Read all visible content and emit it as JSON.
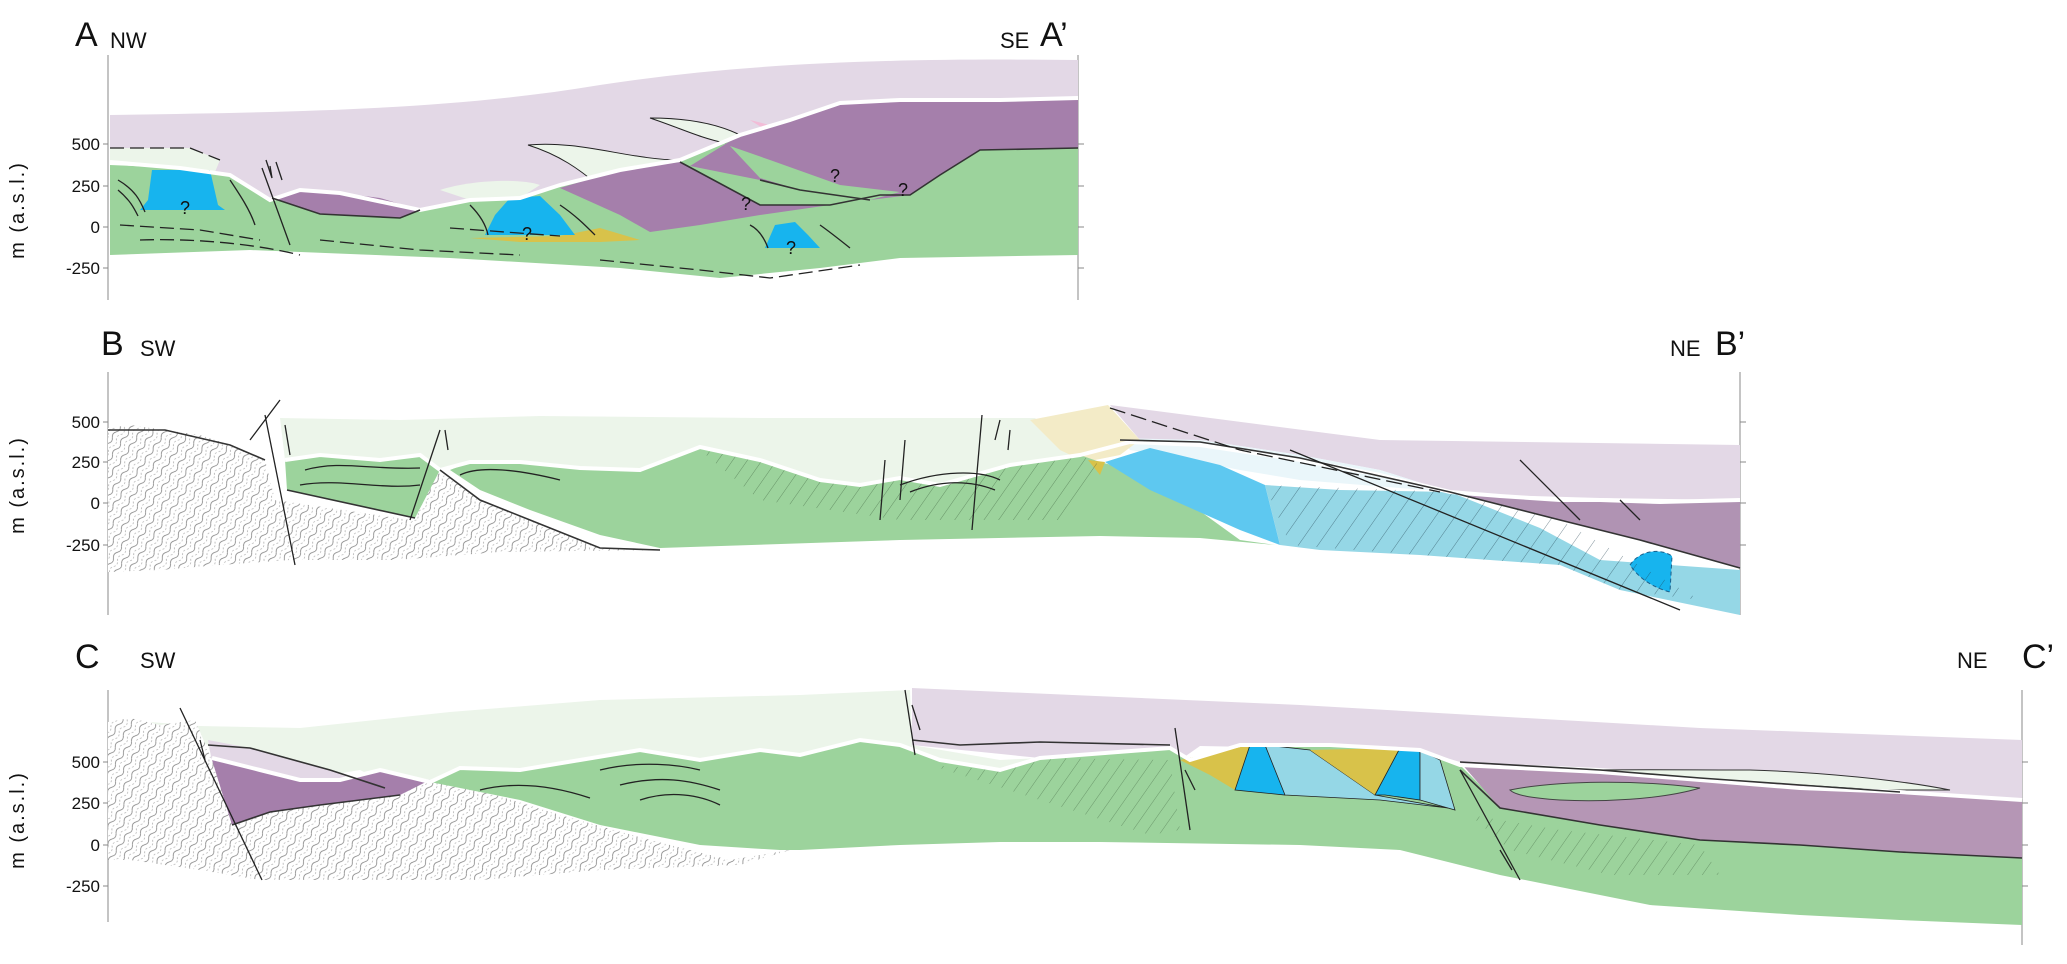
{
  "colors": {
    "cover_lavender": "#e3d8e6",
    "purple": "#a57fab",
    "purple_c": "#b596b5",
    "green": "#9cd39c",
    "pale_green": "#ecf5ea",
    "blue": "#17b4ee",
    "light_blue": "#95d7e6",
    "yellow": "#d8c24a",
    "beige": "#f3ebc7",
    "pink": "#f2bcd7",
    "basement": "#ffffff"
  },
  "axis_label": "m (a.s.l.)",
  "ticks": [
    "500",
    "250",
    "0",
    "-250"
  ],
  "panels": [
    {
      "start": "A",
      "end": "A’",
      "dir_start": "NW",
      "dir_end": "SE"
    },
    {
      "start": "B",
      "end": "B’",
      "dir_start": "SW",
      "dir_end": "NE"
    },
    {
      "start": "C",
      "end": "C’",
      "dir_start": "SW",
      "dir_end": "NE"
    }
  ],
  "uncertain_mark": "?"
}
